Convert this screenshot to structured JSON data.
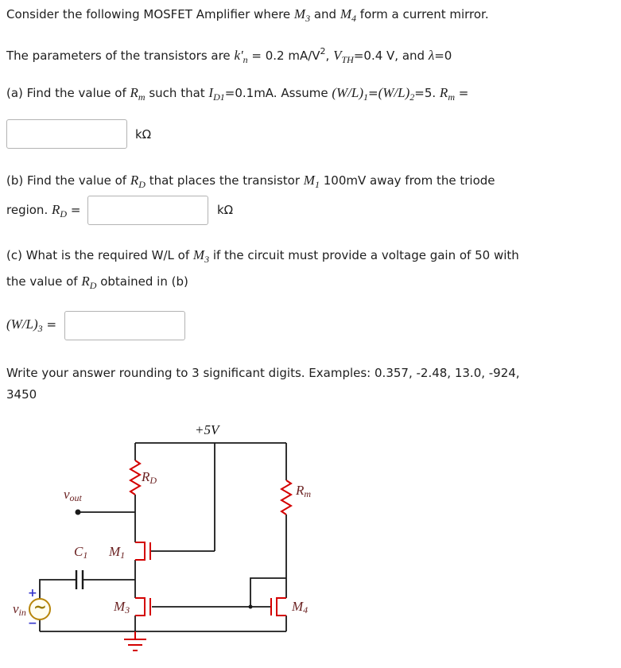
{
  "question": {
    "intro": [
      {
        "t": "Consider the following MOSFET Amplifier where "
      },
      {
        "t": "M",
        "c": "v"
      },
      {
        "t": "3",
        "c": "v sub"
      },
      {
        "t": " and "
      },
      {
        "t": "M",
        "c": "v"
      },
      {
        "t": "4",
        "c": "v sub"
      },
      {
        "t": " form a current mirror."
      }
    ],
    "params": [
      {
        "t": "The parameters of the transistors are "
      },
      {
        "t": "k'",
        "c": "v"
      },
      {
        "t": "n",
        "c": "v sub"
      },
      {
        "t": " = 0.2 mA/V"
      },
      {
        "t": "2",
        "c": "sup"
      },
      {
        "t": ", "
      },
      {
        "t": "V",
        "c": "v"
      },
      {
        "t": "TH",
        "c": "v sub"
      },
      {
        "t": "=0.4 V, and "
      },
      {
        "t": "λ",
        "c": "v"
      },
      {
        "t": "=0"
      }
    ],
    "part_a": {
      "text": [
        {
          "t": "(a) Find the value of "
        },
        {
          "t": "R",
          "c": "v"
        },
        {
          "t": "m",
          "c": "v sub"
        },
        {
          "t": " such that "
        },
        {
          "t": "I",
          "c": "v"
        },
        {
          "t": "D1",
          "c": "v sub"
        },
        {
          "t": "=0.1mA. Assume "
        },
        {
          "t": "(W/L)",
          "c": "v"
        },
        {
          "t": "1",
          "c": "v sub"
        },
        {
          "t": "="
        },
        {
          "t": "(W/L)",
          "c": "v"
        },
        {
          "t": "2",
          "c": "v sub"
        },
        {
          "t": "=5. "
        },
        {
          "t": "R",
          "c": "v"
        },
        {
          "t": "m",
          "c": "v sub"
        },
        {
          "t": " ="
        }
      ],
      "input_value": "",
      "unit": "kΩ"
    },
    "part_b": {
      "text": [
        {
          "t": "(b) Find the value of "
        },
        {
          "t": "R",
          "c": "v"
        },
        {
          "t": "D",
          "c": "v sub"
        },
        {
          "t": " that places the transistor "
        },
        {
          "t": "M",
          "c": "v"
        },
        {
          "t": "1",
          "c": "v sub"
        },
        {
          "t": " 100mV away from the triode"
        },
        {
          "br": true
        },
        {
          "t": "region. "
        },
        {
          "t": "R",
          "c": "v"
        },
        {
          "t": "D",
          "c": "v sub"
        },
        {
          "t": " ="
        }
      ],
      "input_value": "",
      "unit": "kΩ"
    },
    "part_c": {
      "text": [
        {
          "t": "(c) What is the required W/L of "
        },
        {
          "t": "M",
          "c": "v"
        },
        {
          "t": "3",
          "c": "v sub"
        },
        {
          "t": " if the circuit must provide a voltage gain of 50 with"
        },
        {
          "br": true
        },
        {
          "t": "the value of "
        },
        {
          "t": "R",
          "c": "v"
        },
        {
          "t": "D",
          "c": "v sub"
        },
        {
          "t": " obtained in (b)"
        }
      ],
      "answer_label": [
        {
          "t": "(W/L)",
          "c": "v"
        },
        {
          "t": "3",
          "c": "v sub"
        },
        {
          "t": " ="
        }
      ],
      "input_value": ""
    },
    "footer": [
      {
        "t": "Write your answer rounding to 3 significant digits. Examples: 0.357, -2.48, 13.0, -924,"
      },
      {
        "br": true
      },
      {
        "t": "3450"
      }
    ]
  },
  "circuit": {
    "labels": {
      "supply": [
        {
          "t": "+5V"
        }
      ],
      "rd": [
        {
          "t": "R"
        },
        {
          "t": "D",
          "c": "sub"
        }
      ],
      "rm": [
        {
          "t": "R"
        },
        {
          "t": "m",
          "c": "sub"
        }
      ],
      "vout": [
        {
          "t": "v"
        },
        {
          "t": "out",
          "c": "sub"
        }
      ],
      "vin": [
        {
          "t": "v"
        },
        {
          "t": "in",
          "c": "sub"
        }
      ],
      "c1": [
        {
          "t": "C"
        },
        {
          "t": "1",
          "c": "sub"
        }
      ],
      "m1": [
        {
          "t": "M"
        },
        {
          "t": "1",
          "c": "sub"
        }
      ],
      "m3": [
        {
          "t": "M"
        },
        {
          "t": "3",
          "c": "sub"
        }
      ],
      "m4": [
        {
          "t": "M"
        },
        {
          "t": "4",
          "c": "sub"
        }
      ],
      "plus": "+",
      "minus": "−",
      "tilde": "~"
    },
    "colors": {
      "component_red": "#d40000",
      "wire_black": "#1a1a1a",
      "label_maroon": "#6b2222",
      "source_olive": "#b8860b",
      "polarity_blue": "#3333cc"
    }
  }
}
